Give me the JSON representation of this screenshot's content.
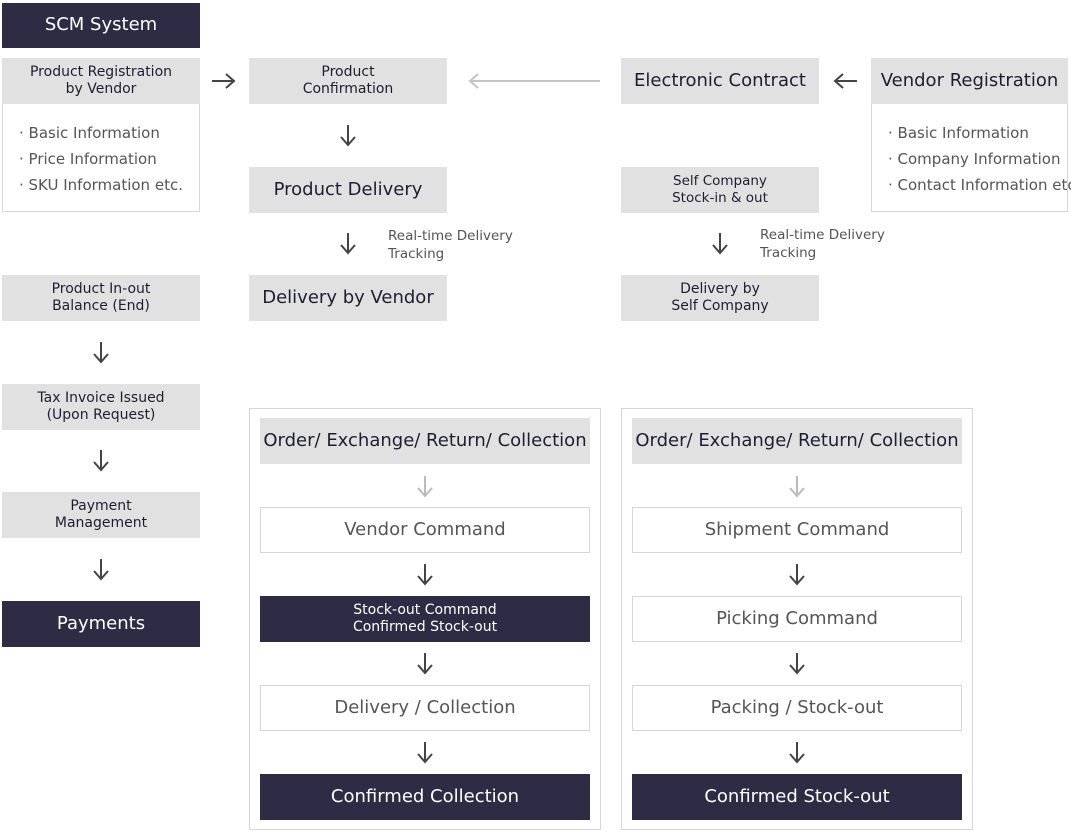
{
  "title": "SCM System",
  "left": {
    "product_registration": "Product Registration\nby Vendor",
    "product_registration_items": [
      "· Basic Information",
      "· Price Information",
      "· SKU Information etc."
    ],
    "product_balance": "Product In-out\nBalance (End)",
    "tax_invoice": "Tax Invoice Issued\n(Upon Request)",
    "payment_management": "Payment\nManagement",
    "payments": "Payments"
  },
  "vendor_flow": {
    "product_confirmation": "Product\nConfirmation",
    "product_delivery": "Product Delivery",
    "tracking_note": "Real-time Delivery\nTracking",
    "delivery_by_vendor": "Delivery by Vendor"
  },
  "contract_flow": {
    "electronic_contract": "Electronic Contract",
    "vendor_registration": "Vendor Registration",
    "vendor_registration_items": [
      "· Basic Information",
      "· Company Information",
      "· Contact Information etc."
    ],
    "self_stock": "Self Company\nStock-in & out",
    "tracking_note": "Real-time Delivery\nTracking",
    "delivery_by_self": "Delivery by\nSelf Company"
  },
  "vendor_panel": {
    "header": "Order/ Exchange/ Return/ Collection",
    "steps": [
      "Vendor Command",
      "Stock-out Command\nConfirmed Stock-out",
      "Delivery / Collection",
      "Confirmed Collection"
    ]
  },
  "self_panel": {
    "header": "Order/ Exchange/ Return/ Collection",
    "steps": [
      "Shipment Command",
      "Picking Command",
      "Packing / Stock-out",
      "Confirmed Stock-out"
    ]
  },
  "colors": {
    "dark": "#2d2c44",
    "gray": "#e1e1e1",
    "border": "#d6d6d6",
    "arrow": "#444444",
    "arrow_light": "#bbbbbb"
  }
}
